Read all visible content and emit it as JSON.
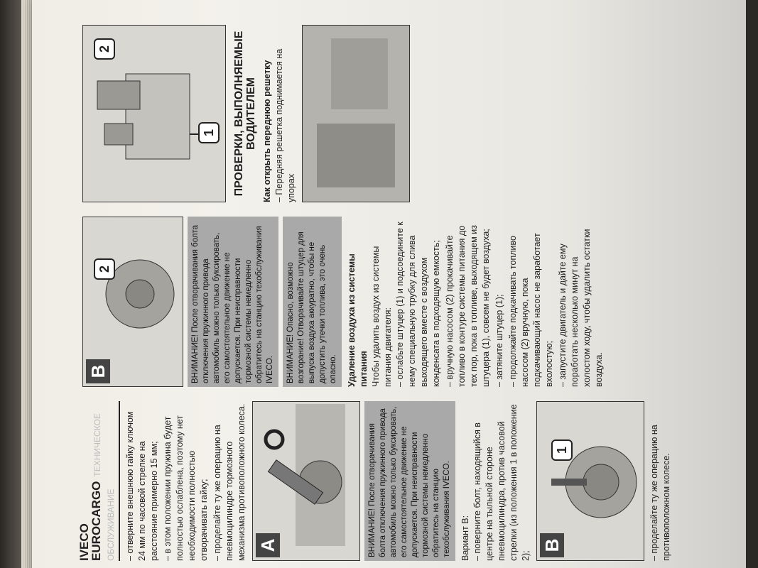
{
  "header": {
    "title": "IVECO EUROCARGO",
    "subtitle": "ТЕХНИЧЕСКОЕ ОБСЛУЖИВАНИЕ"
  },
  "col1": {
    "p1": "– отверните внешнюю гайку ключом 24 мм по часовой стрелке на расстояние примерно 15 мм;",
    "p2": "– в этом положении пружина будет полностью ослаблена, поэтому нет необходимости полностью отворачивать гайку;",
    "p3": "– проделайте ту же операцию на пневмоцилиндре тормозного механизма противоположного колеса.",
    "warning": "ВНИМАНИЕ! После отворачивания болта отключения пружинного привода автомобиль можно только буксировать, его самостоятельное движение не допускается. При неисправности тормозной системы немедленно обратитесь на станцию техобслуживания IVECO.",
    "figA_label": "A",
    "figB_label": "B",
    "figB_callout": "1",
    "figB2_label": "B",
    "figB2_callout": "2",
    "variant": "Вариант В:",
    "p4": "– поверните болт, находящийся в центре на тыльной стороне пневмоцилиндра, против часовой стрелки (из положения 1 в положение 2);",
    "p5": "– проделайте ту же операцию на противоположном колесе."
  },
  "col2": {
    "warning1": "ВНИМАНИЕ! После отворачивания болта отключения пружинного привода автомобиль можно только буксировать, его самостоятельное движение не допускается. При неисправности тормозной системы немедленно обратитесь на станцию техобслуживания IVECO.",
    "warning2": "ВНИМАНИЕ! Опасно, возможно возгорание! Отворачивайте штуцер для выпуска воздуха аккуратно, чтобы не допустить утечки топлива, это очень опасно.",
    "heading": "Удаление воздуха из системы питания",
    "intro": "Чтобы удалить воздух из системы питания двигателя:",
    "s1": "– ослабьте штуцер (1) и подсоедините к нему специальную трубку для слива выходящего вместе с воздухом конденсата в подходящую емкость;",
    "s2": "– вручную насосом (2) прокачивайте топливо в контуре системы питания до тех пор, пока в топливе, выходящем из штуцера (1), совсем не будет воздуха;",
    "s3": "– затяните штуцер (1);",
    "s4": "– продолжайте подкачивать топливо насосом (2) вручную, пока подкачивающий насос не заработает вхолостую;",
    "s5": "– запустите двигатель и дайте ему поработать несколько минут на холостом ходу, чтобы удалить остатки воздуха."
  },
  "col3": {
    "fig_callout1": "1",
    "fig_callout2": "2",
    "section": "ПРОВЕРКИ, ВЫПОЛНЯЕМЫЕ ВОДИТЕЛЕМ",
    "subheading": "Как открыть переднюю решетку",
    "p1": "– Передняя решетка поднимается на упорах"
  }
}
